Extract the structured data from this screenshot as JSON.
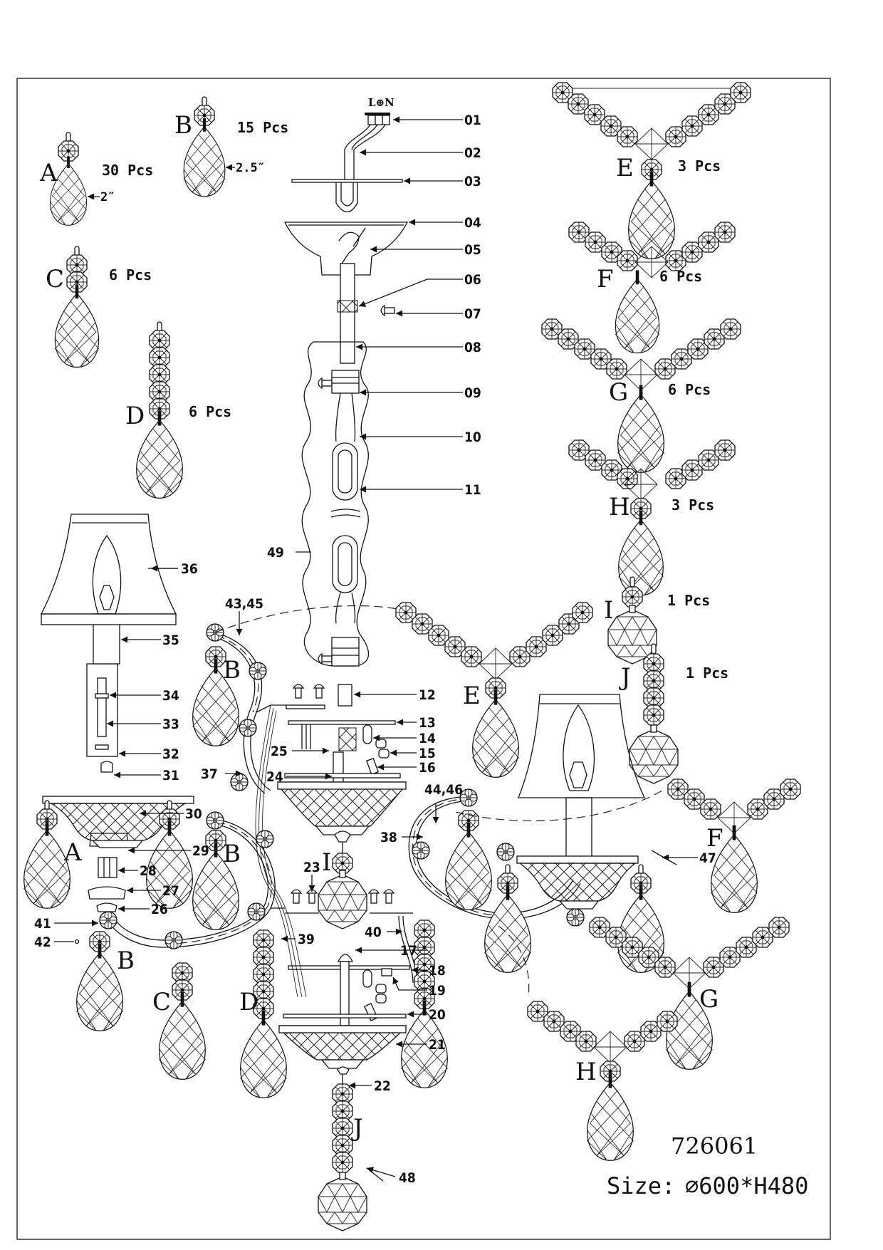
{
  "drawing": {
    "model": "726061",
    "size_label": "Size:",
    "size_value": "⌀600*H480",
    "terminal_label": "L⊕N"
  },
  "crystal_types": [
    {
      "letter": "A",
      "qty": "30 Pcs",
      "dimension": "2″"
    },
    {
      "letter": "B",
      "qty": "15 Pcs",
      "dimension": "2.5″"
    },
    {
      "letter": "C",
      "qty": "6 Pcs"
    },
    {
      "letter": "D",
      "qty": "6 Pcs"
    },
    {
      "letter": "E",
      "qty": "3 Pcs"
    },
    {
      "letter": "F",
      "qty": "6 Pcs"
    },
    {
      "letter": "G",
      "qty": "6 Pcs"
    },
    {
      "letter": "H",
      "qty": "3 Pcs"
    },
    {
      "letter": "I",
      "qty": "1 Pcs"
    },
    {
      "letter": "J",
      "qty": "1 Pcs"
    }
  ],
  "assembly_letters": {
    "b1": "B",
    "b2": "B",
    "b3": "B",
    "a1": "A",
    "c1": "C",
    "d1": "D",
    "e1": "E",
    "f1": "F",
    "g1": "G",
    "h1": "H",
    "i1": "I",
    "j1": "J"
  },
  "part_numbers": {
    "p01": "01",
    "p02": "02",
    "p03": "03",
    "p04": "04",
    "p05": "05",
    "p06": "06",
    "p07": "07",
    "p08": "08",
    "p09": "09",
    "p10": "10",
    "p11": "11",
    "p12": "12",
    "p13": "13",
    "p14": "14",
    "p15": "15",
    "p16": "16",
    "p17": "17",
    "p18": "18",
    "p19": "19",
    "p20": "20",
    "p21": "21",
    "p22": "22",
    "p23": "23",
    "p24": "24",
    "p25": "25",
    "p26": "26",
    "p27": "27",
    "p28": "28",
    "p29": "29",
    "p30": "30",
    "p31": "31",
    "p32": "32",
    "p33": "33",
    "p34": "34",
    "p35": "35",
    "p36": "36",
    "p37": "37",
    "p38": "38",
    "p39": "39",
    "p40": "40",
    "p41": "41",
    "p42": "42",
    "p43_45": "43,45",
    "p44_46": "44,46",
    "p47": "47",
    "p48": "48",
    "p49": "49"
  }
}
